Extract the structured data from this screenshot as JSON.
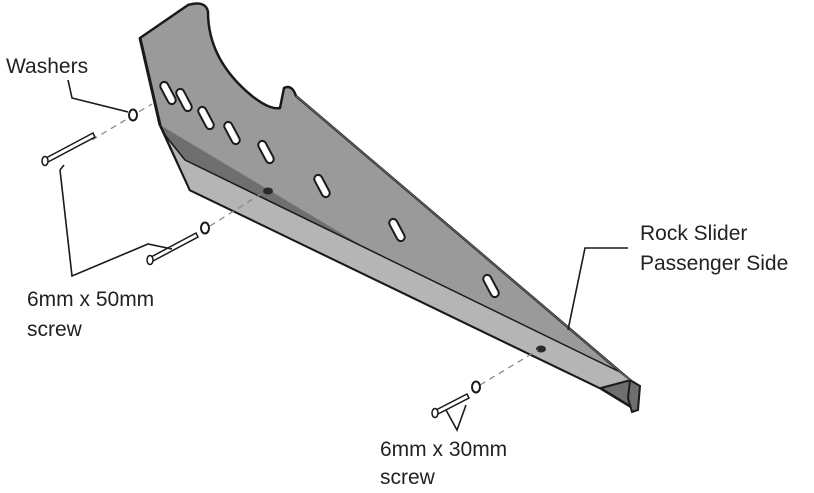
{
  "labels": {
    "washers": "Washers",
    "rock_slider_line1": "Rock Slider",
    "rock_slider_line2": "Passenger Side",
    "screw_50_line1": "6mm x 50mm",
    "screw_50_line2": "screw",
    "screw_30_line1": "6mm x 30mm",
    "screw_30_line2": "screw"
  },
  "colors": {
    "panel": "#9a9a9a",
    "panel_light": "#bdbdbd",
    "panel_dark": "#6f6f6f",
    "outline": "#1a1a1a",
    "slot": "#ffffff",
    "leader": "#1a1a1a",
    "dashed": "#8a8a8a"
  }
}
